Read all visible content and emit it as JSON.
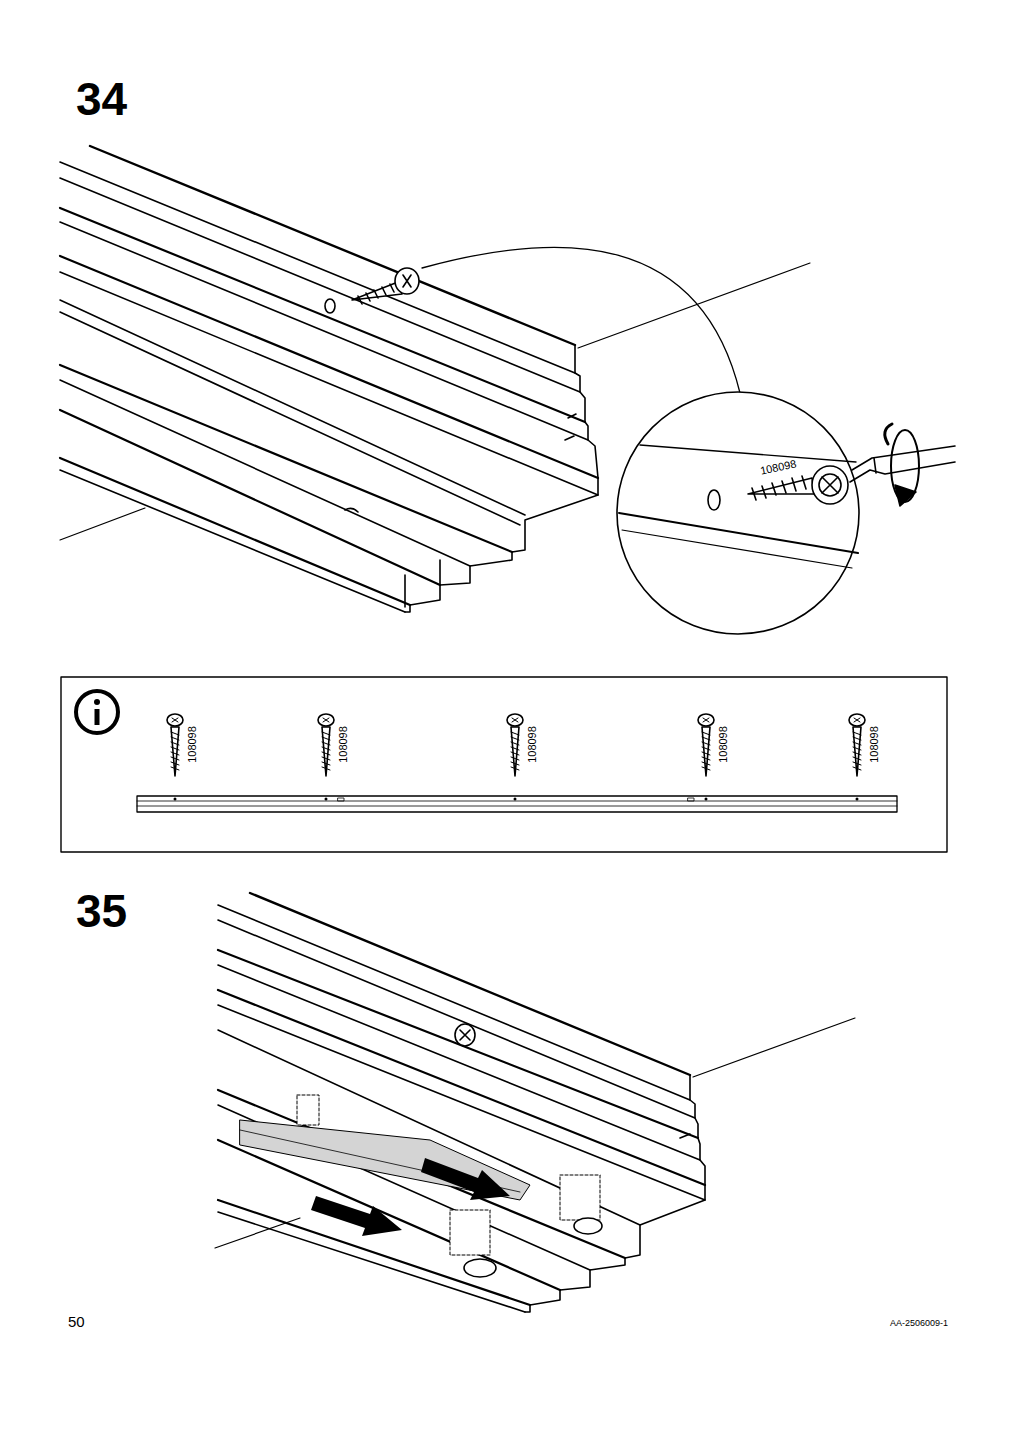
{
  "diagram": {
    "labels": [
      "34",
      "108098",
      "108098",
      "108098",
      "108098",
      "108098",
      "108098",
      "35",
      "50",
      "AA-2506009-1"
    ]
  }
}
